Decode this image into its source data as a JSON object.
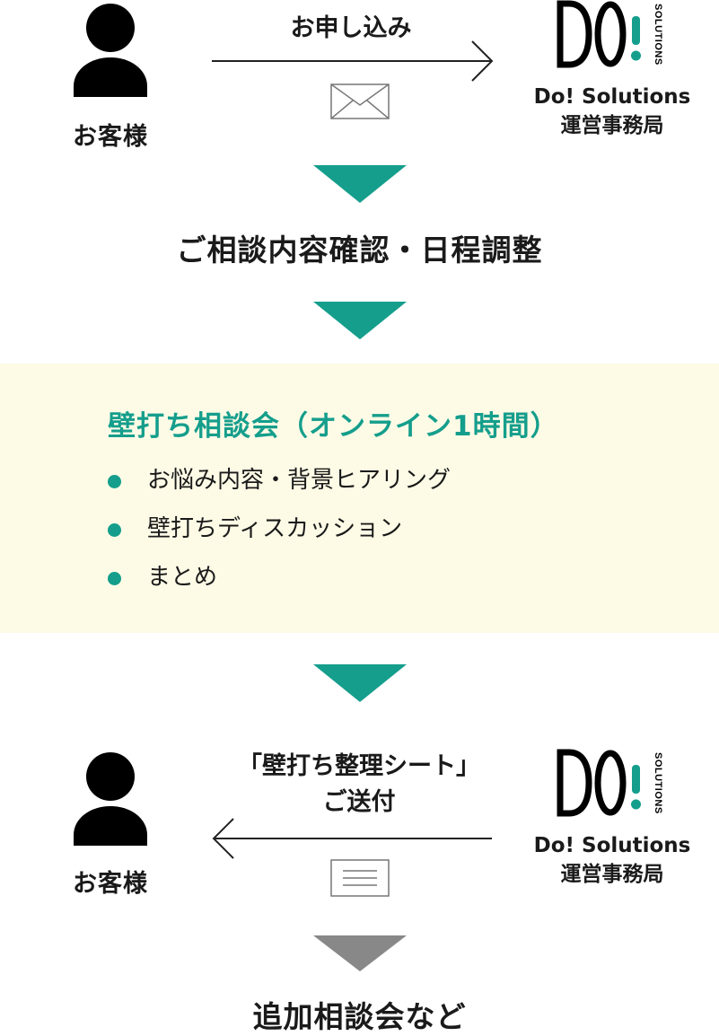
{
  "top_flow": {
    "customer_label": "お客様",
    "arrow_label": "お申し込み",
    "org_name_line1": "Do! Solutions",
    "org_name_line2": "運営事務局"
  },
  "logo": {
    "text": "DO!",
    "sub": "SOLUTIONS"
  },
  "steps": {
    "confirm": "ご相談内容確認・日程調整"
  },
  "session": {
    "title": "壁打ち相談会（オンライン1時間）",
    "items": [
      "お悩み内容・背景ヒアリング",
      "壁打ちディスカッション",
      "まとめ"
    ]
  },
  "bottom_flow": {
    "arrow_label_line1": "「壁打ち整理シート」",
    "arrow_label_line2": "ご送付",
    "customer_label": "お客様",
    "org_name_line1": "Do! Solutions",
    "org_name_line2": "運営事務局"
  },
  "final_step": "追加相談会など",
  "colors": {
    "teal": "#159e8c",
    "gray_triangle": "#888888",
    "panel_bg": "#fdfbe6",
    "text": "#1a1a1a"
  },
  "icons": {
    "person": "person-icon",
    "envelope": "envelope-icon",
    "document": "document-icon",
    "flow_down": "triangle-down-icon"
  }
}
